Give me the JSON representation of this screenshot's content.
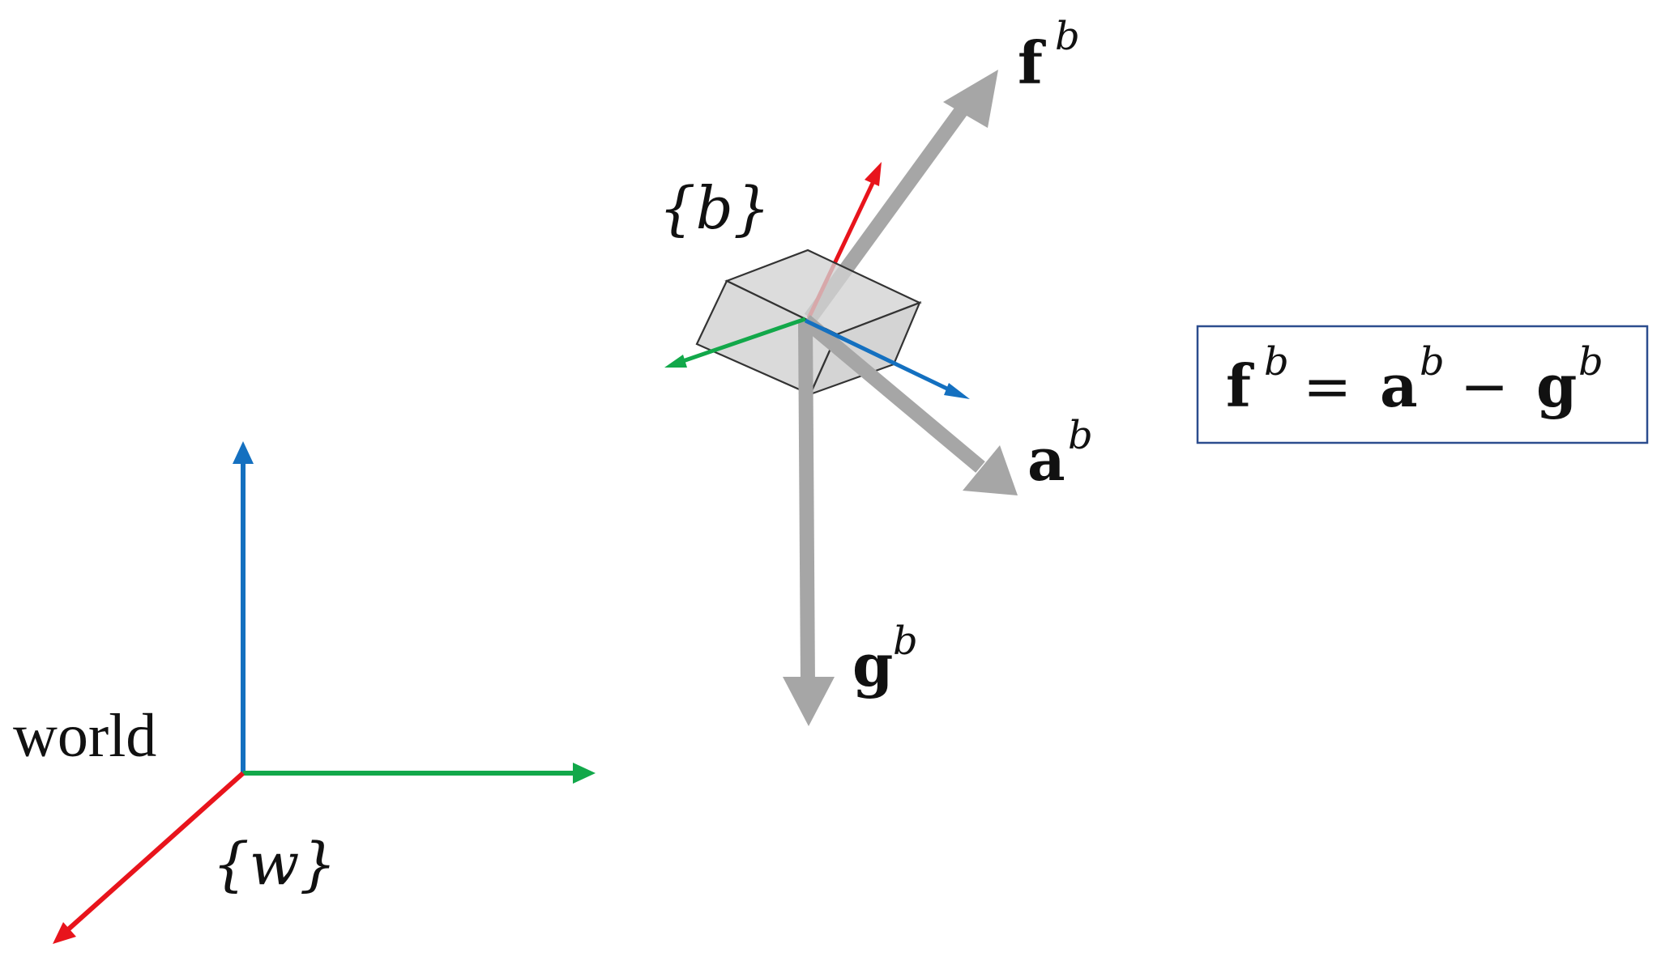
{
  "colors": {
    "x_axis": "#e8141c",
    "y_axis": "#12a84a",
    "z_axis": "#1470c0",
    "vector": "#a6a6a6",
    "box_face": "#d2d2d2",
    "box_edge": "#333333",
    "frame_border": "#2c4d8e"
  },
  "labels": {
    "world": "world",
    "world_frame": "{w}",
    "body_frame": "{b}",
    "vec_f": "f",
    "vec_a": "a",
    "vec_g": "g",
    "superscript": "b"
  },
  "equation": {
    "lhs": "f",
    "op_eq": "=",
    "term1": "a",
    "op_minus": "−",
    "term2": "g",
    "superscript": "b"
  }
}
